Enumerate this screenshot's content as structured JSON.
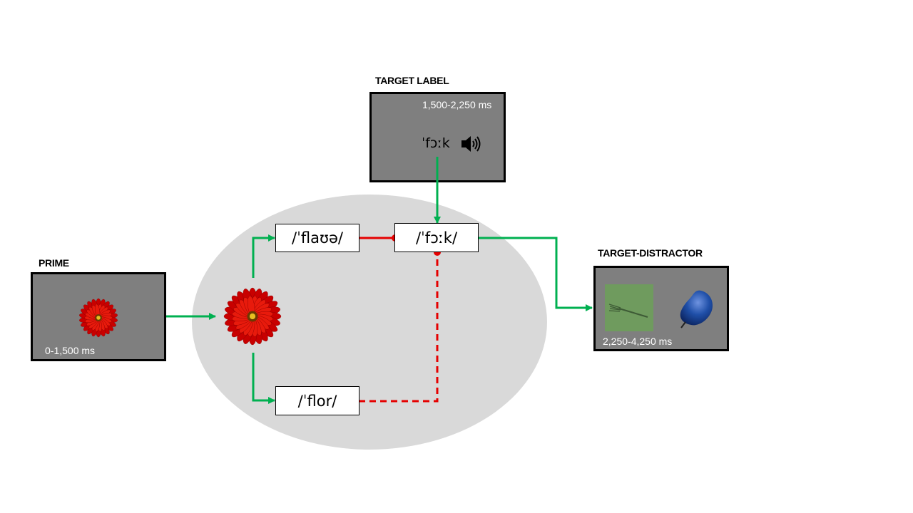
{
  "prime": {
    "title": "PRIME",
    "timing": "0-1,500 ms",
    "image_icon": "red-gerbera-flower-icon"
  },
  "target_label": {
    "title": "TARGET LABEL",
    "timing": "1,500-2,250 ms",
    "spoken_word": "ˈfɔːk",
    "audio_icon": "speaker-icon"
  },
  "target_distractor": {
    "title": "TARGET-DISTRACTOR",
    "timing": "2,250-4,250 ms",
    "left_image_icon": "fork-icon",
    "right_image_icon": "pear-icon"
  },
  "network": {
    "center_image_icon": "red-gerbera-flower-icon",
    "words": {
      "flower_english": "/ˈflaʊə/",
      "flower_spanish": "/ˈflor/",
      "fork": "/ˈfɔːk/"
    }
  },
  "colors": {
    "activation_arrow": "#00b050",
    "inhibition_link": "#e50000",
    "panel_bg": "#7f7f7f",
    "network_ellipse": "#d9d9d9",
    "fork_tile": "#6f9b5e",
    "pear": "#1f4fa8"
  }
}
